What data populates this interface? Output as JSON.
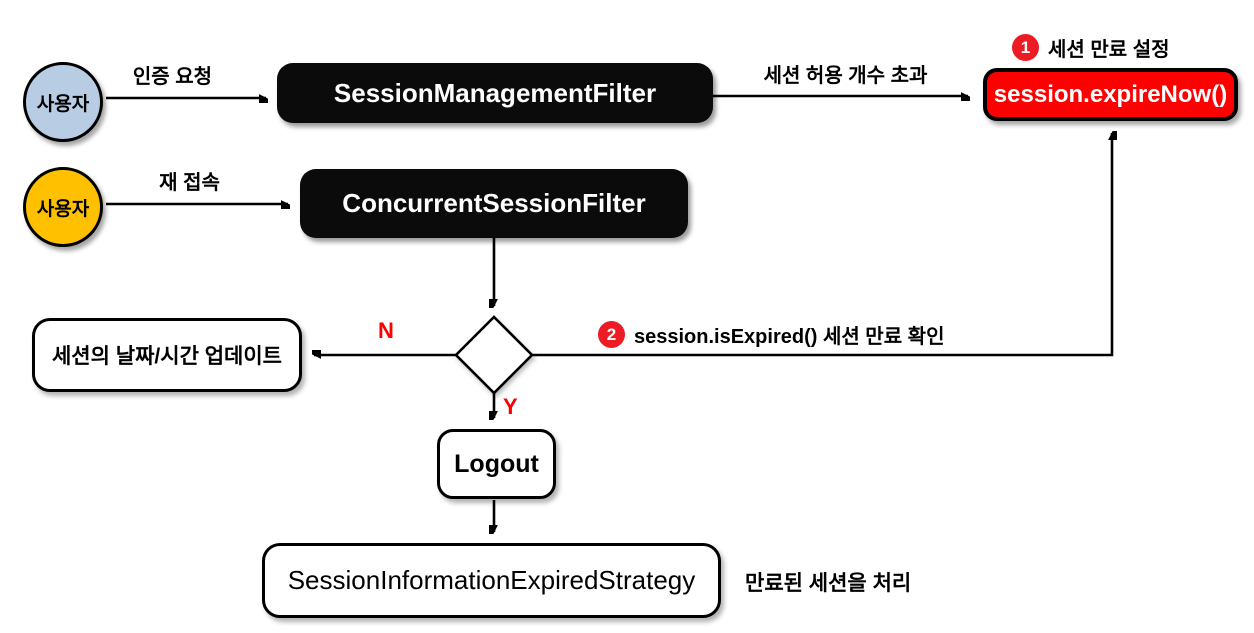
{
  "diagram": {
    "title_context": "Spring Security concurrent session control flow",
    "actors": {
      "user_blue": {
        "label": "사용자",
        "color": "#b8cce4"
      },
      "user_yellow": {
        "label": "사용자",
        "color": "#ffc000"
      }
    },
    "nodes": {
      "session_management_filter": {
        "label": "SessionManagementFilter",
        "color": "#0b0b0b"
      },
      "concurrent_session_filter": {
        "label": "ConcurrentSessionFilter",
        "color": "#0b0b0b"
      },
      "expire_now": {
        "label": "session.expireNow()",
        "color": "#fe0000"
      },
      "update_session": {
        "label": "세션의 날짜/시간 업데이트",
        "color": "#ffffff"
      },
      "logout": {
        "label": "Logout",
        "color": "#ffffff"
      },
      "expired_strategy": {
        "label": "SessionInformationExpiredStrategy",
        "color": "#ffffff"
      }
    },
    "edges": {
      "auth_request": {
        "label": "인증 요청"
      },
      "session_exceed": {
        "label": "세션 허용 개수 초과"
      },
      "reconnect": {
        "label": "재 접속"
      },
      "no_branch": {
        "label": "N",
        "color": "#fe0000"
      },
      "yes_branch": {
        "label": "Y",
        "color": "#fe0000"
      }
    },
    "steps": {
      "step1": {
        "number": "1",
        "label": "세션 만료 설정",
        "badge_color": "#ed1c24"
      },
      "step2": {
        "number": "2",
        "label": "session.isExpired() 세션 만료 확인",
        "badge_color": "#ed1c24"
      }
    },
    "notes": {
      "process_expired": {
        "label": "만료된 세션을 처리"
      }
    },
    "colors": {
      "arrow": "#000000",
      "background": "#ffffff"
    }
  }
}
